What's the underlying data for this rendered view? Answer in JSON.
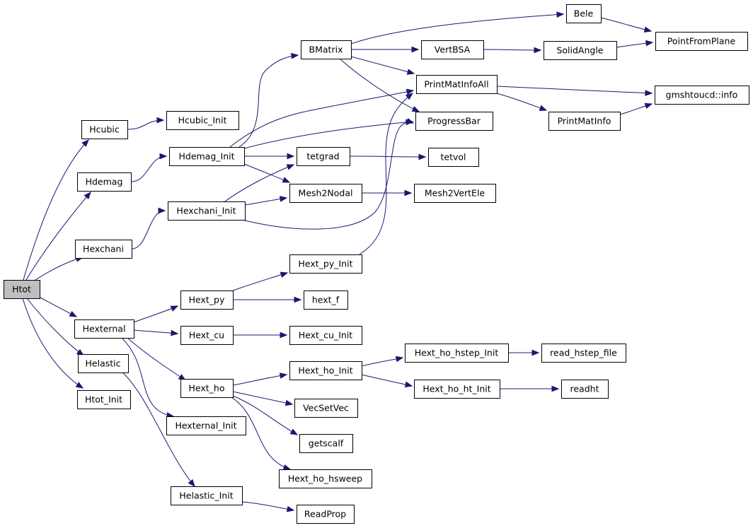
{
  "graph": {
    "nodes": [
      {
        "id": "Htot",
        "label": "Htot",
        "highlight": true
      },
      {
        "id": "Hcubic",
        "label": "Hcubic"
      },
      {
        "id": "Hcubic_Init",
        "label": "Hcubic_Init"
      },
      {
        "id": "Hdemag",
        "label": "Hdemag"
      },
      {
        "id": "Hdemag_Init",
        "label": "Hdemag_Init"
      },
      {
        "id": "Hexchani",
        "label": "Hexchani"
      },
      {
        "id": "Hexchani_Init",
        "label": "Hexchani_Init"
      },
      {
        "id": "Hexternal",
        "label": "Hexternal"
      },
      {
        "id": "Helastic",
        "label": "Helastic"
      },
      {
        "id": "Htot_Init",
        "label": "Htot_Init"
      },
      {
        "id": "BMatrix",
        "label": "BMatrix"
      },
      {
        "id": "Bele",
        "label": "Bele"
      },
      {
        "id": "PointFromPlane",
        "label": "PointFromPlane"
      },
      {
        "id": "VertBSA",
        "label": "VertBSA"
      },
      {
        "id": "SolidAngle",
        "label": "SolidAngle"
      },
      {
        "id": "PrintMatInfoAll",
        "label": "PrintMatInfoAll"
      },
      {
        "id": "gmshtoucd_info",
        "label": "gmshtoucd::info"
      },
      {
        "id": "PrintMatInfo",
        "label": "PrintMatInfo"
      },
      {
        "id": "ProgressBar",
        "label": "ProgressBar"
      },
      {
        "id": "tetgrad",
        "label": "tetgrad"
      },
      {
        "id": "tetvol",
        "label": "tetvol"
      },
      {
        "id": "Mesh2Nodal",
        "label": "Mesh2Nodal"
      },
      {
        "id": "Mesh2VertEle",
        "label": "Mesh2VertEle"
      },
      {
        "id": "Hext_py_Init",
        "label": "Hext_py_Init"
      },
      {
        "id": "Hext_py",
        "label": "Hext_py"
      },
      {
        "id": "hext_f",
        "label": "hext_f"
      },
      {
        "id": "Hext_cu",
        "label": "Hext_cu"
      },
      {
        "id": "Hext_cu_Init",
        "label": "Hext_cu_Init"
      },
      {
        "id": "Hext_ho_hstep_Init",
        "label": "Hext_ho_hstep_Init"
      },
      {
        "id": "read_hstep_file",
        "label": "read_hstep_file"
      },
      {
        "id": "Hext_ho_Init",
        "label": "Hext_ho_Init"
      },
      {
        "id": "Hext_ho",
        "label": "Hext_ho"
      },
      {
        "id": "Hext_ho_ht_Init",
        "label": "Hext_ho_ht_Init"
      },
      {
        "id": "readht",
        "label": "readht"
      },
      {
        "id": "VecSetVec",
        "label": "VecSetVec"
      },
      {
        "id": "Hexternal_Init",
        "label": "Hexternal_Init"
      },
      {
        "id": "getscalf",
        "label": "getscalf"
      },
      {
        "id": "Hext_ho_hsweep",
        "label": "Hext_ho_hsweep"
      },
      {
        "id": "Helastic_Init",
        "label": "Helastic_Init"
      },
      {
        "id": "ReadProp",
        "label": "ReadProp"
      }
    ],
    "edges": [
      {
        "from": "Htot",
        "to": "Hcubic"
      },
      {
        "from": "Htot",
        "to": "Hdemag"
      },
      {
        "from": "Htot",
        "to": "Hexchani"
      },
      {
        "from": "Htot",
        "to": "Hexternal"
      },
      {
        "from": "Htot",
        "to": "Helastic"
      },
      {
        "from": "Htot",
        "to": "Htot_Init"
      },
      {
        "from": "Hcubic",
        "to": "Hcubic_Init"
      },
      {
        "from": "Hdemag",
        "to": "Hdemag_Init"
      },
      {
        "from": "Hdemag_Init",
        "to": "BMatrix"
      },
      {
        "from": "Hdemag_Init",
        "to": "PrintMatInfoAll"
      },
      {
        "from": "Hdemag_Init",
        "to": "ProgressBar"
      },
      {
        "from": "Hdemag_Init",
        "to": "tetgrad"
      },
      {
        "from": "Hdemag_Init",
        "to": "Mesh2Nodal"
      },
      {
        "from": "BMatrix",
        "to": "Bele"
      },
      {
        "from": "BMatrix",
        "to": "VertBSA"
      },
      {
        "from": "BMatrix",
        "to": "PrintMatInfoAll"
      },
      {
        "from": "BMatrix",
        "to": "ProgressBar"
      },
      {
        "from": "Bele",
        "to": "PointFromPlane"
      },
      {
        "from": "VertBSA",
        "to": "SolidAngle"
      },
      {
        "from": "SolidAngle",
        "to": "PointFromPlane"
      },
      {
        "from": "PrintMatInfoAll",
        "to": "gmshtoucd_info"
      },
      {
        "from": "PrintMatInfoAll",
        "to": "PrintMatInfo"
      },
      {
        "from": "PrintMatInfo",
        "to": "gmshtoucd_info"
      },
      {
        "from": "tetgrad",
        "to": "tetvol"
      },
      {
        "from": "Mesh2Nodal",
        "to": "Mesh2VertEle"
      },
      {
        "from": "Hexchani",
        "to": "Hexchani_Init"
      },
      {
        "from": "Hexchani_Init",
        "to": "tetgrad"
      },
      {
        "from": "Hexchani_Init",
        "to": "Mesh2Nodal"
      },
      {
        "from": "Hexchani_Init",
        "to": "ProgressBar"
      },
      {
        "from": "Hexternal",
        "to": "Hext_py"
      },
      {
        "from": "Hexternal",
        "to": "Hext_cu"
      },
      {
        "from": "Hexternal",
        "to": "Hext_ho"
      },
      {
        "from": "Hexternal",
        "to": "Hexternal_Init"
      },
      {
        "from": "Hext_py",
        "to": "Hext_py_Init"
      },
      {
        "from": "Hext_py",
        "to": "hext_f"
      },
      {
        "from": "Hext_py_Init",
        "to": "PrintMatInfoAll"
      },
      {
        "from": "Hext_cu",
        "to": "Hext_cu_Init"
      },
      {
        "from": "Hext_ho",
        "to": "Hext_ho_Init"
      },
      {
        "from": "Hext_ho",
        "to": "VecSetVec"
      },
      {
        "from": "Hext_ho",
        "to": "getscalf"
      },
      {
        "from": "Hext_ho",
        "to": "Hext_ho_hsweep"
      },
      {
        "from": "Hext_ho_Init",
        "to": "Hext_ho_hstep_Init"
      },
      {
        "from": "Hext_ho_Init",
        "to": "Hext_ho_ht_Init"
      },
      {
        "from": "Hext_ho_hstep_Init",
        "to": "read_hstep_file"
      },
      {
        "from": "Hext_ho_ht_Init",
        "to": "readht"
      },
      {
        "from": "Helastic",
        "to": "Helastic_Init"
      },
      {
        "from": "Helastic_Init",
        "to": "ReadProp"
      }
    ]
  }
}
